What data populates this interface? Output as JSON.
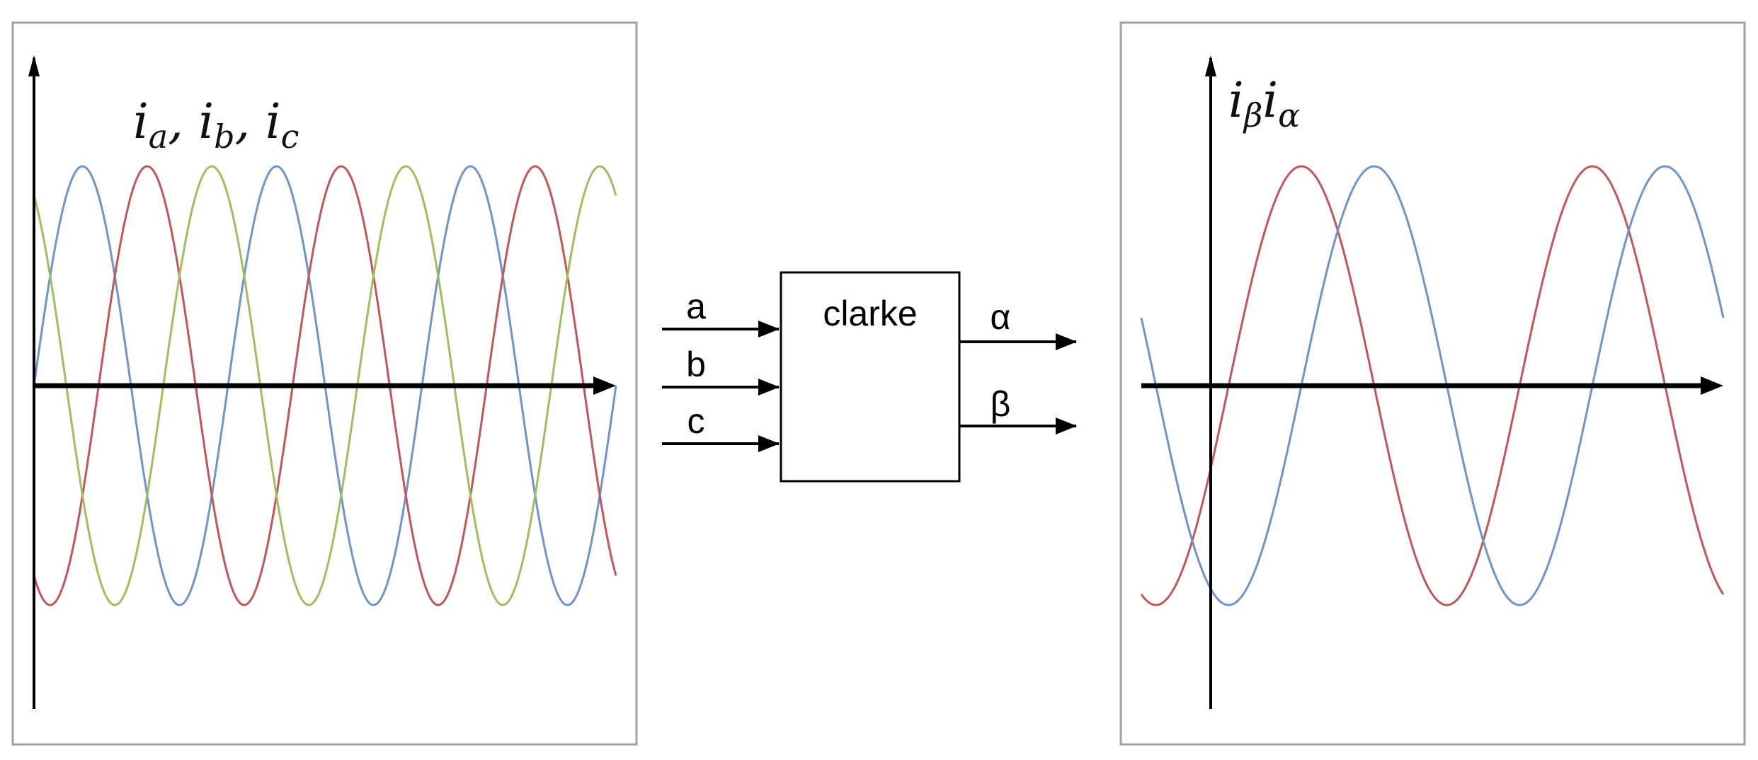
{
  "left_plot": {
    "label": {
      "base1": "i",
      "sub1": "a",
      "sep1": ", ",
      "base2": "i",
      "sub2": "b",
      "sep2": ", ",
      "base3": "i",
      "sub3": "c"
    },
    "cycles": 3,
    "series": [
      {
        "phase_deg": 0,
        "color": "#6f93cd"
      },
      {
        "phase_deg": 120,
        "color": "#c2565a"
      },
      {
        "phase_deg": 240,
        "color": "#9fbf5e"
      }
    ]
  },
  "block": {
    "title": "clarke",
    "inputs": [
      "a",
      "b",
      "c"
    ],
    "outputs": [
      "α",
      "β"
    ]
  },
  "right_plot": {
    "label": {
      "base1": "i",
      "sub1": "β",
      "base2": "i",
      "sub2": "α"
    },
    "cycles": 2,
    "series": [
      {
        "phase_deg": 0,
        "color": "#c2565a"
      },
      {
        "phase_deg": 90,
        "color": "#6f93cd"
      }
    ]
  }
}
